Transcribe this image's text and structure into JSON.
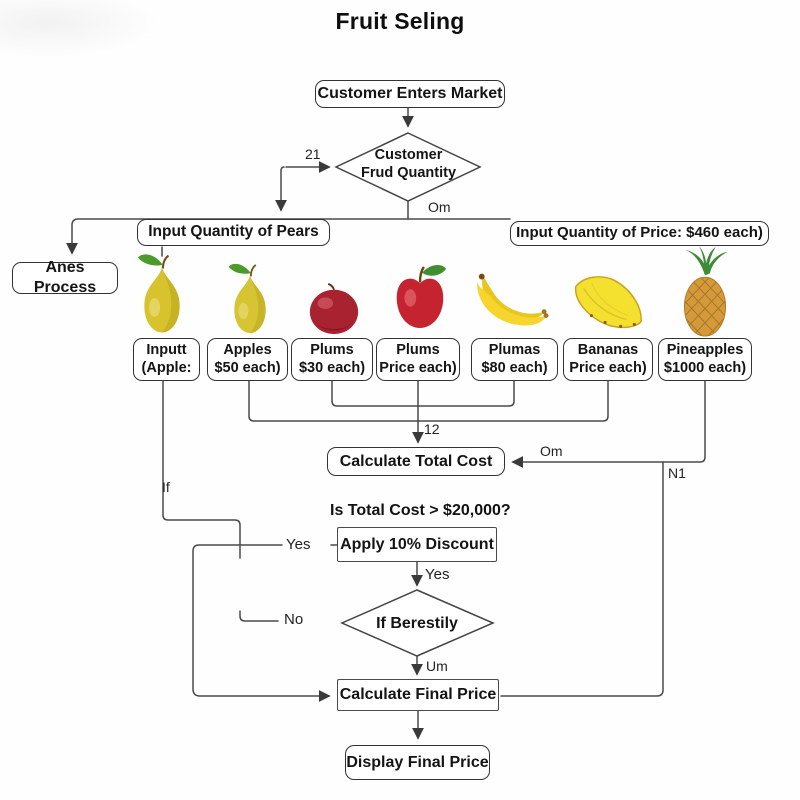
{
  "title": "Fruit Seling",
  "colors": {
    "line": "#4a4a4a",
    "box_border": "#333333",
    "box_fill": "#ffffff",
    "background": "#fefefe",
    "pear": "#d8c32e",
    "plum": "#a82230",
    "apple": "#c62331",
    "banana": "#f6d62c",
    "pineapple_body": "#d49a3a",
    "leaf_green": "#3f8f2f"
  },
  "nodes": {
    "start": "Customer Enters Market",
    "decision_quantity": {
      "line1": "Customer",
      "line2": "Frud Quantity"
    },
    "input_pears": "Input Quantity of Pears",
    "input_price": "Input Quantity of Price: $460 each)",
    "anes_process": "Anes Process",
    "calculate_total": "Calculate Total Cost",
    "condition_total": "Is Total Cost > $20,000?",
    "apply_discount": "Apply 10% Discount",
    "decision_discount": "If Berestily",
    "calculate_final": "Calculate Final Price",
    "display_final": "Display Final Price"
  },
  "fruit_boxes": [
    {
      "line1": "Inputt",
      "line2": "(Apple:"
    },
    {
      "line1": "Apples",
      "line2": "$50 each)"
    },
    {
      "line1": "Plums",
      "line2": "$30 each)"
    },
    {
      "line1": "Plums",
      "line2": "Price each)"
    },
    {
      "line1": "Plumas",
      "line2": "$80 each)"
    },
    {
      "line1": "Bananas",
      "line2": "Price each)"
    },
    {
      "line1": "Pineapples",
      "line2": "$1000 each)"
    }
  ],
  "fruits": [
    "pear",
    "pear",
    "plum",
    "apple",
    "bananas",
    "pineapple-slice",
    "pineapple"
  ],
  "edge_labels": {
    "quantity_left": "21",
    "quantity_bottom": "Om",
    "merge": "12",
    "total_right": "Om",
    "n1": "N1",
    "if": "If",
    "yes_left": "Yes",
    "yes_down": "Yes",
    "no": "No",
    "um": "Um"
  }
}
